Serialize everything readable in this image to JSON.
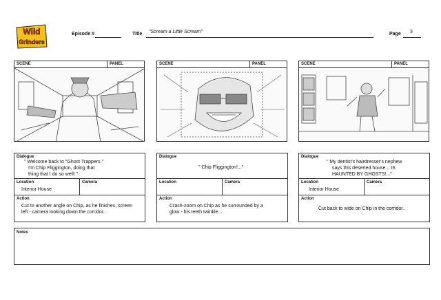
{
  "logo": {
    "line1": "Wild",
    "line2": "Grinders",
    "color_fill": "#e2332a",
    "color_accent": "#f5c21b"
  },
  "header": {
    "episode_label": "Episode #",
    "episode_value": "",
    "title_label": "Title",
    "title_value": "\"Scream a Little Scream\"",
    "page_label": "Page",
    "page_value": "3"
  },
  "panels": [
    {
      "scene_label": "SCENE",
      "panel_label": "PANEL",
      "dialogue_label": "Dialogue",
      "dialogue": [
        " \" Welcome back to \"Ghost Trappers.\"",
        "I'm Chip Fliggington, doing that",
        "thing that I do so well! \""
      ],
      "location_label": "Location",
      "location": "Interior House",
      "camera_label": "Camera",
      "camera": "",
      "action_label": "Action",
      "action": [
        "Cut to another angle on Chip, as he finishes, screen",
        "left - camera looking down the corridor.."
      ]
    },
    {
      "scene_label": "SCENE",
      "panel_label": "PANEL",
      "dialogue_label": "Dialogue",
      "dialogue": [
        "\" Chip Fliggington!...\""
      ],
      "location_label": "Location",
      "location": "",
      "camera_label": "Camera",
      "camera": "",
      "action_label": "Action",
      "action": [
        "Crash-zoom on Chip as he surrounded by a",
        "glow - his teeth twinkle..."
      ]
    },
    {
      "scene_label": "SCENE",
      "panel_label": "PANEL",
      "dialogue_label": "Dialogue",
      "dialogue": [
        "\" My dentist's hairdresser's nephew",
        "says this deserted house... IS",
        "HAUNTED BY GHOSTS!...\""
      ],
      "location_label": "Location",
      "location": "Interior House",
      "camera_label": "Camera",
      "camera": "",
      "action_label": "Action",
      "action": [
        "Cut back to wide on Chip in the corridor.."
      ]
    }
  ],
  "notes_label": "Notes",
  "notes": ""
}
